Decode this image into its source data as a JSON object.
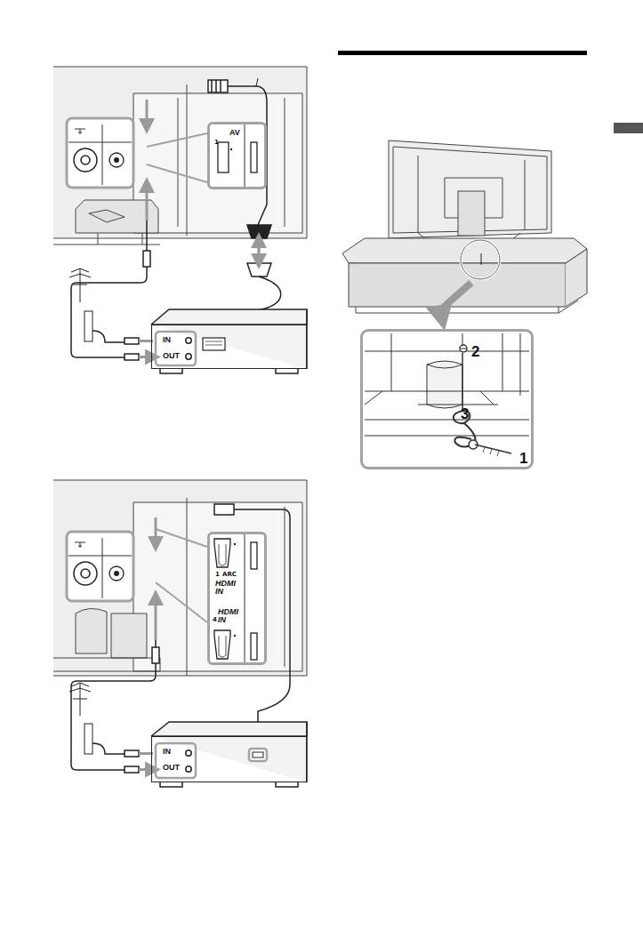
{
  "diagram": {
    "nodes": [
      {
        "text": [
          "AV",
          "1"
        ]
      },
      {
        "text": [
          "IN",
          "OUT"
        ]
      },
      {
        "text": [
          "1",
          "ARC",
          "HDMI IN",
          "4",
          "HDMI IN"
        ]
      },
      {
        "text": [
          "IN",
          "OUT"
        ]
      },
      {
        "text": [
          "2",
          "3",
          "1"
        ]
      }
    ]
  }
}
